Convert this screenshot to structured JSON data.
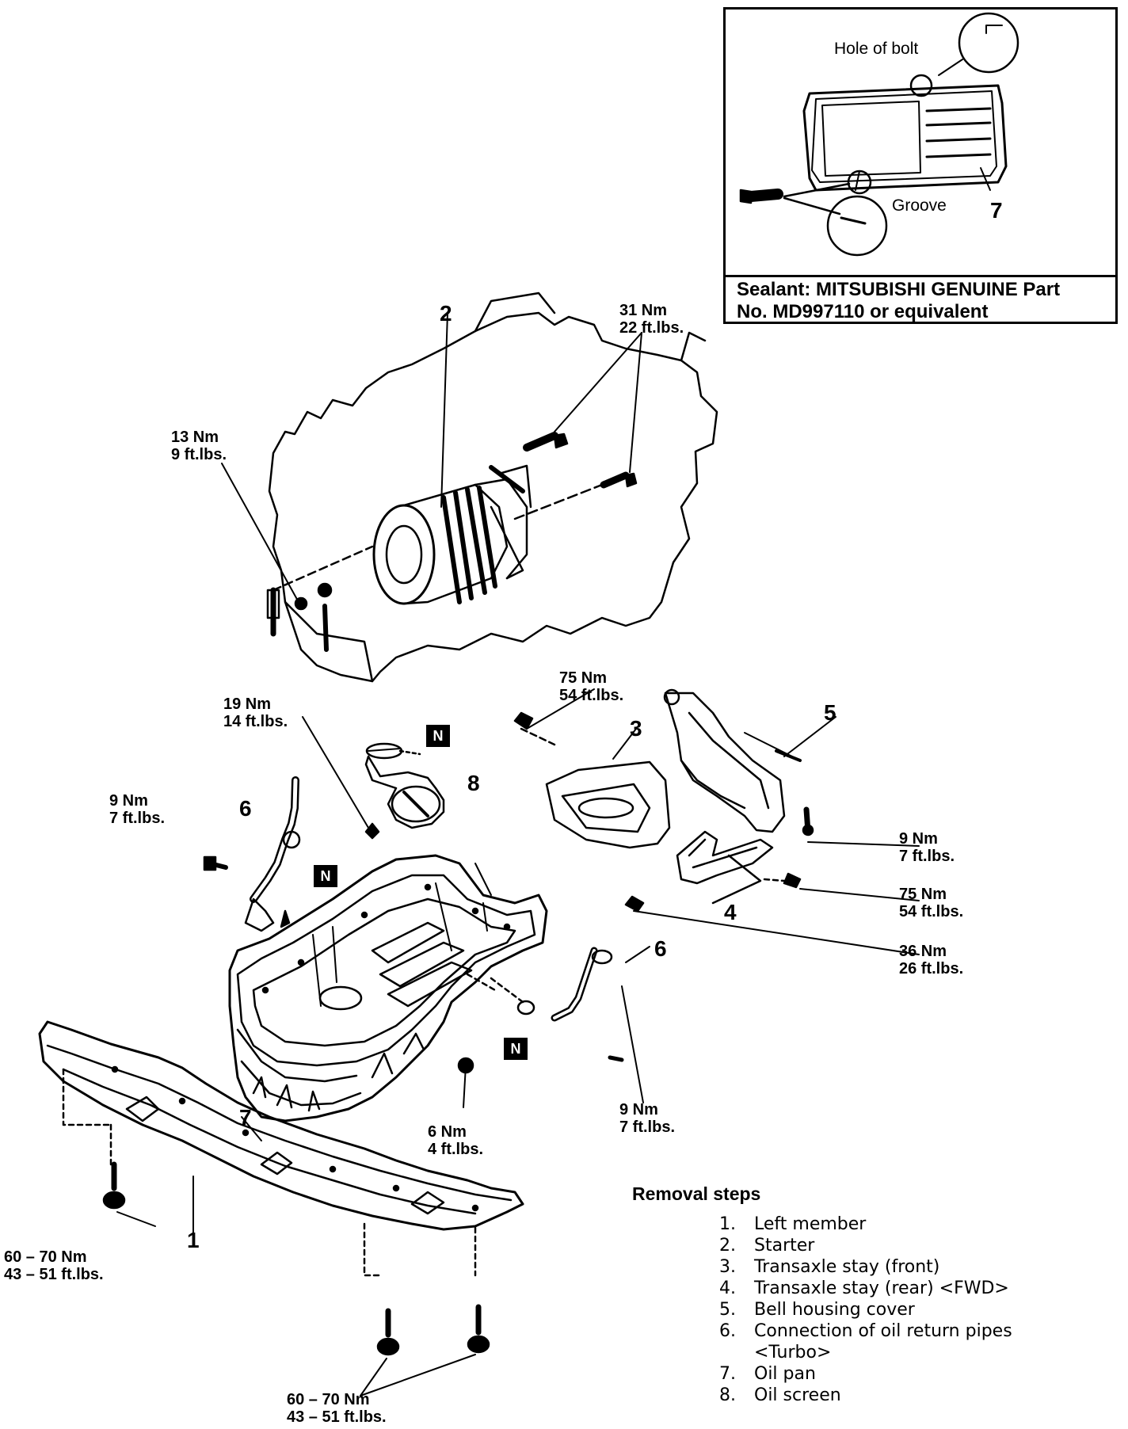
{
  "inset": {
    "hole_label": "Hole of bolt",
    "groove_label": "Groove",
    "part_number": "7",
    "sealant_line1": "Sealant: MITSUBISHI GENUINE Part",
    "sealant_line2": "No. MD997110 or equivalent"
  },
  "callouts": {
    "starter": "2",
    "transaxle_front": "3",
    "transaxle_rear": "4",
    "bell_housing": "5",
    "return_pipe_left": "6",
    "return_pipe_right": "6",
    "oil_pan": "7",
    "oil_screen": "8",
    "left_member": "1",
    "gasket_marker": "N"
  },
  "torques": {
    "t13": {
      "nm": "13 Nm",
      "ft": "9 ft.lbs."
    },
    "t31": {
      "nm": "31 Nm",
      "ft": "22 ft.lbs."
    },
    "t19": {
      "nm": "19 Nm",
      "ft": "14 ft.lbs."
    },
    "t75a": {
      "nm": "75 Nm",
      "ft": "54 ft.lbs."
    },
    "t9a": {
      "nm": "9 Nm",
      "ft": "7 ft.lbs."
    },
    "t9b": {
      "nm": "9 Nm",
      "ft": "7 ft.lbs."
    },
    "t75b": {
      "nm": "75 Nm",
      "ft": "54 ft.lbs."
    },
    "t36": {
      "nm": "36 Nm",
      "ft": "26 ft.lbs."
    },
    "t6": {
      "nm": "6 Nm",
      "ft": "4 ft.lbs."
    },
    "t9c": {
      "nm": "9 Nm",
      "ft": "7 ft.lbs."
    },
    "t60a": {
      "nm": "60 – 70 Nm",
      "ft": "43 – 51 ft.lbs."
    },
    "t60b": {
      "nm": "60 – 70 Nm",
      "ft": "43 – 51 ft.lbs."
    }
  },
  "removal": {
    "title": "Removal steps",
    "steps": [
      {
        "n": "1.",
        "text": "Left member"
      },
      {
        "n": "2.",
        "text": "Starter"
      },
      {
        "n": "3.",
        "text": "Transaxle stay (front)"
      },
      {
        "n": "4.",
        "text": "Transaxle stay (rear) <FWD>"
      },
      {
        "n": "5.",
        "text": "Bell housing cover"
      },
      {
        "n": "6.",
        "text": "Connection of oil return pipes"
      },
      {
        "n": "",
        "text": "<Turbo>"
      },
      {
        "n": "7.",
        "text": "Oil pan"
      },
      {
        "n": "8.",
        "text": "Oil screen"
      }
    ]
  }
}
